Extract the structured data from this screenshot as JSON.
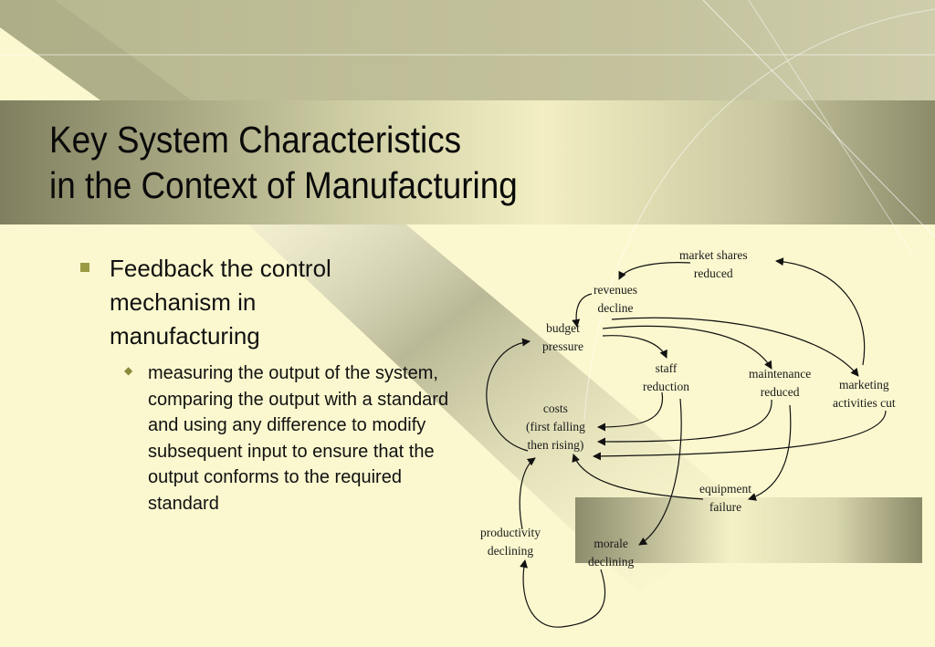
{
  "slide": {
    "title_lines": [
      "Key System Characteristics",
      "in the Context of Manufacturing"
    ],
    "bullet": "Feedback the control mechanism in manufacturing",
    "sub_bullet": "measuring the output of the system, comparing the output with a standard and using any difference to modify subsequent input to ensure that the output conforms to the required standard"
  },
  "diagram": {
    "nodes": {
      "market_shares": [
        "market shares",
        "reduced"
      ],
      "revenues": [
        "revenues",
        "decline"
      ],
      "budget": [
        "budget",
        "pressure"
      ],
      "staff": [
        "staff",
        "reduction"
      ],
      "maintenance": [
        "maintenance",
        "reduced"
      ],
      "marketing": [
        "marketing",
        "activities cut"
      ],
      "costs": [
        "costs",
        "(first falling",
        "then rising)"
      ],
      "equipment": [
        "equipment",
        "failure"
      ],
      "productivity": [
        "productivity",
        "declining"
      ],
      "morale": [
        "morale",
        "declining"
      ]
    }
  },
  "colors": {
    "background": "#fbf8cf",
    "olive_dark": "#8a8a68",
    "olive_mid": "#b8b890",
    "bullet_square": "#9a9a44"
  }
}
